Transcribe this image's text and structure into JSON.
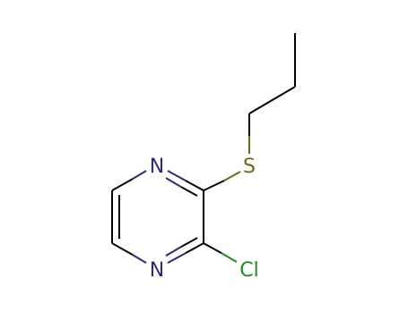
{
  "molecule": {
    "atoms": {
      "n1": {
        "text": "N",
        "color": "#2e2a7a"
      },
      "n4": {
        "text": "N",
        "color": "#2e2a7a"
      },
      "s": {
        "text": "S",
        "color": "#6b6b14"
      },
      "cl": {
        "text": "Cl",
        "color": "#1e8c1e"
      }
    },
    "colors": {
      "carbon_bond": "#000000",
      "nitrogen": "#2e2a7a",
      "sulfur": "#6b6b14",
      "chlorine": "#1e8c1e"
    }
  }
}
